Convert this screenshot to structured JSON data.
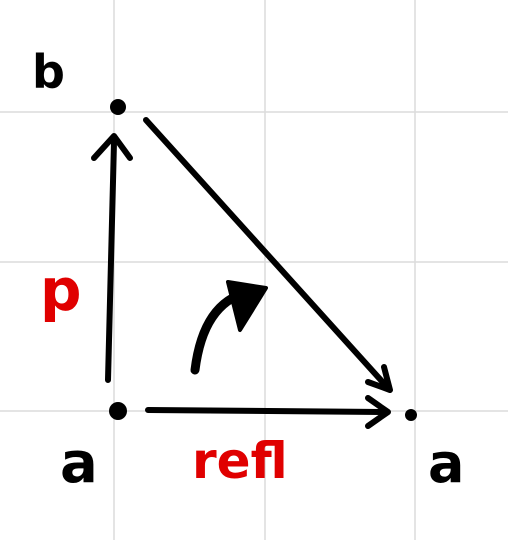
{
  "diagram": {
    "nodes": {
      "top_left": {
        "label": "b"
      },
      "bottom_left": {
        "label": "a"
      },
      "bottom_right": {
        "label": "a"
      }
    },
    "edges": {
      "vertical": {
        "label": "p"
      },
      "horizontal": {
        "label": "refl"
      },
      "diagonal": {
        "label": ""
      }
    },
    "colors": {
      "ink": "#000000",
      "red": "#e00000",
      "grid": "#dcdcdc",
      "background": "#ffffff"
    }
  }
}
